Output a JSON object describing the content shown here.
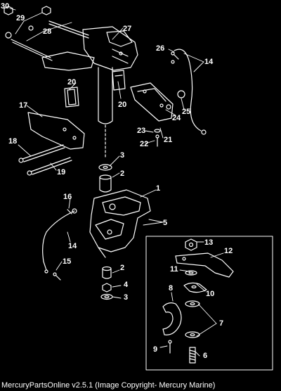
{
  "callouts": [
    "30",
    "29",
    "28",
    "27",
    "26",
    "14",
    "20",
    "20",
    "25",
    "24",
    "17",
    "23",
    "22",
    "21",
    "18",
    "3",
    "19",
    "2",
    "1",
    "16",
    "5",
    "14",
    "13",
    "12",
    "11",
    "15",
    "2",
    "10",
    "4",
    "8",
    "3",
    "7",
    "9",
    "6"
  ],
  "footer": "MercuryPartsOnline v2.5.1 (Image Copyright- Mercury Marine)",
  "colors": {
    "background": "#000000",
    "line": "#ffffff"
  }
}
